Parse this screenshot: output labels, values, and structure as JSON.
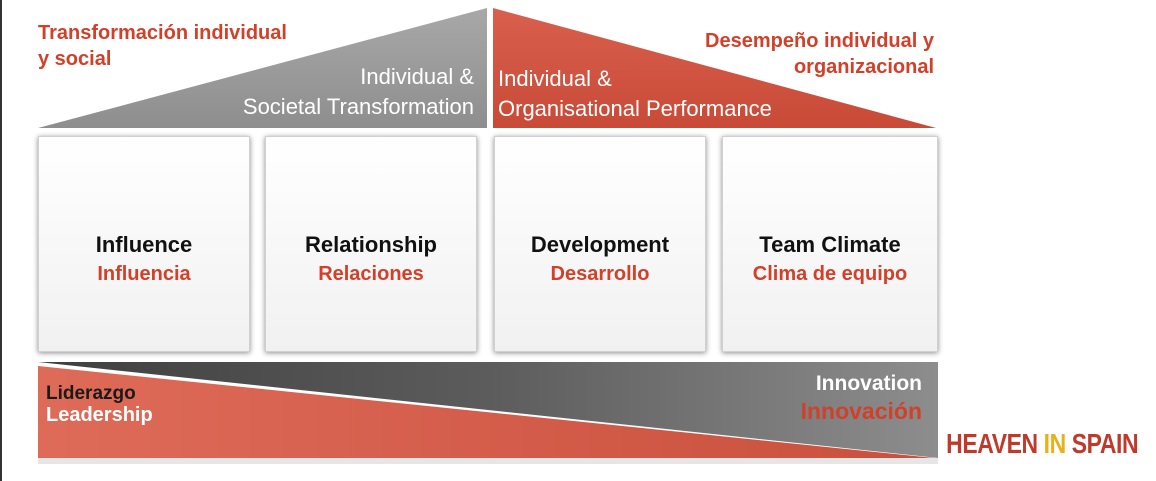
{
  "roof": {
    "left_es": [
      "Transformación individual",
      "y social"
    ],
    "left_en": [
      "Individual &",
      "Societal Transformation"
    ],
    "right_es": [
      "Desempeño individual y",
      "organizacional"
    ],
    "right_en": [
      "Individual &",
      "Organisational Performance"
    ]
  },
  "pillars": [
    {
      "en": "Influence",
      "es": "Influencia"
    },
    {
      "en": "Relationship",
      "es": "Relaciones"
    },
    {
      "en": "Development",
      "es": "Desarrollo"
    },
    {
      "en": "Team Climate",
      "es": "Clima de equipo"
    }
  ],
  "base": {
    "left_es": "Liderazgo",
    "left_en": "Leadership",
    "right_en": "Innovation",
    "right_es": "Innovación"
  },
  "brand": {
    "part1": "HEAVEN ",
    "part2": "IN",
    "part3": " SPAIN"
  },
  "colors": {
    "red": "#d2402a",
    "gray": "#9b9b9b",
    "dark_gray": "#5a5a5a"
  }
}
